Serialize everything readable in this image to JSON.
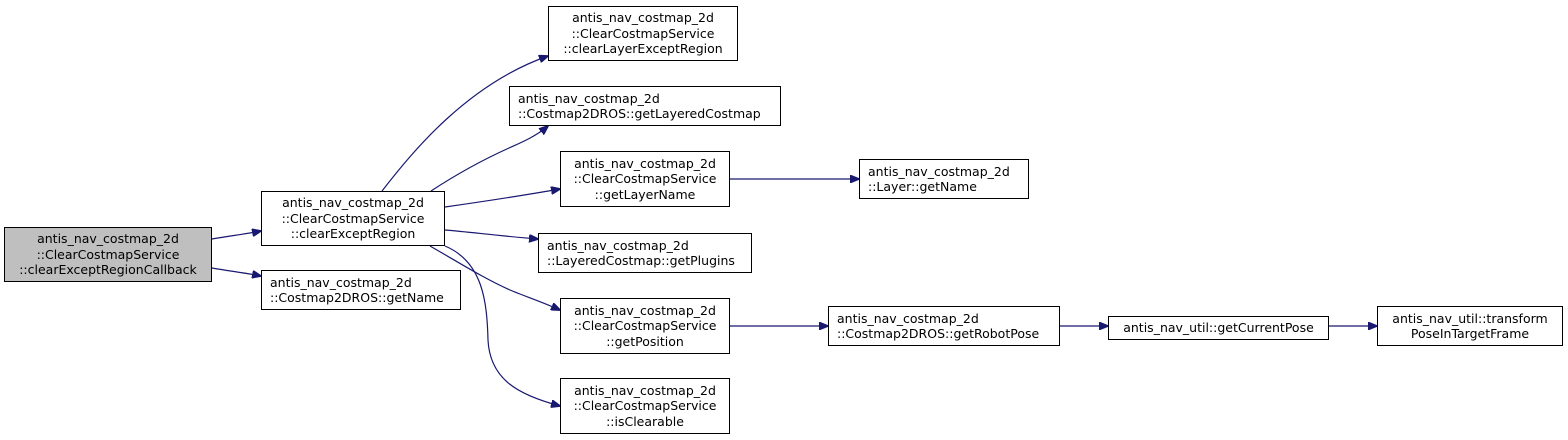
{
  "diagram": {
    "type": "call-graph",
    "colors": {
      "edge": "#191970",
      "root_fill": "#bfbfbf",
      "node_fill": "#ffffff",
      "node_border": "#000000"
    },
    "nodes": [
      {
        "id": "clearExceptRegionCallback",
        "lines": [
          "antis_nav_costmap_2d",
          "::ClearCostmapService",
          "::clearExceptRegionCallback"
        ],
        "root": true
      },
      {
        "id": "clearExceptRegion",
        "lines": [
          "antis_nav_costmap_2d",
          "::ClearCostmapService",
          "::clearExceptRegion"
        ]
      },
      {
        "id": "costmap2dros_getName",
        "lines": [
          "antis_nav_costmap_2d",
          "::Costmap2DROS::getName"
        ]
      },
      {
        "id": "clearLayerExceptRegion",
        "lines": [
          "antis_nav_costmap_2d",
          "::ClearCostmapService",
          "::clearLayerExceptRegion"
        ]
      },
      {
        "id": "getLayeredCostmap",
        "lines": [
          "antis_nav_costmap_2d",
          "::Costmap2DROS::getLayeredCostmap"
        ]
      },
      {
        "id": "getLayerName",
        "lines": [
          "antis_nav_costmap_2d",
          "::ClearCostmapService",
          "::getLayerName"
        ]
      },
      {
        "id": "getPlugins",
        "lines": [
          "antis_nav_costmap_2d",
          "::LayeredCostmap::getPlugins"
        ]
      },
      {
        "id": "getPosition",
        "lines": [
          "antis_nav_costmap_2d",
          "::ClearCostmapService",
          "::getPosition"
        ]
      },
      {
        "id": "isClearable",
        "lines": [
          "antis_nav_costmap_2d",
          "::ClearCostmapService",
          "::isClearable"
        ]
      },
      {
        "id": "layer_getName",
        "lines": [
          "antis_nav_costmap_2d",
          "::Layer::getName"
        ]
      },
      {
        "id": "getRobotPose",
        "lines": [
          "antis_nav_costmap_2d",
          "::Costmap2DROS::getRobotPose"
        ]
      },
      {
        "id": "getCurrentPose",
        "lines": [
          "antis_nav_util::getCurrentPose"
        ]
      },
      {
        "id": "transformPoseInTargetFrame",
        "lines": [
          "antis_nav_util::transform",
          "PoseInTargetFrame"
        ]
      }
    ],
    "edges": [
      {
        "from": "clearExceptRegionCallback",
        "to": "clearExceptRegion"
      },
      {
        "from": "clearExceptRegionCallback",
        "to": "costmap2dros_getName"
      },
      {
        "from": "clearExceptRegion",
        "to": "clearLayerExceptRegion"
      },
      {
        "from": "clearExceptRegion",
        "to": "getLayeredCostmap"
      },
      {
        "from": "clearExceptRegion",
        "to": "getLayerName"
      },
      {
        "from": "clearExceptRegion",
        "to": "getPlugins"
      },
      {
        "from": "clearExceptRegion",
        "to": "getPosition"
      },
      {
        "from": "clearExceptRegion",
        "to": "isClearable"
      },
      {
        "from": "getLayerName",
        "to": "layer_getName"
      },
      {
        "from": "getPosition",
        "to": "getRobotPose"
      },
      {
        "from": "getRobotPose",
        "to": "getCurrentPose"
      },
      {
        "from": "getCurrentPose",
        "to": "transformPoseInTargetFrame"
      }
    ]
  }
}
